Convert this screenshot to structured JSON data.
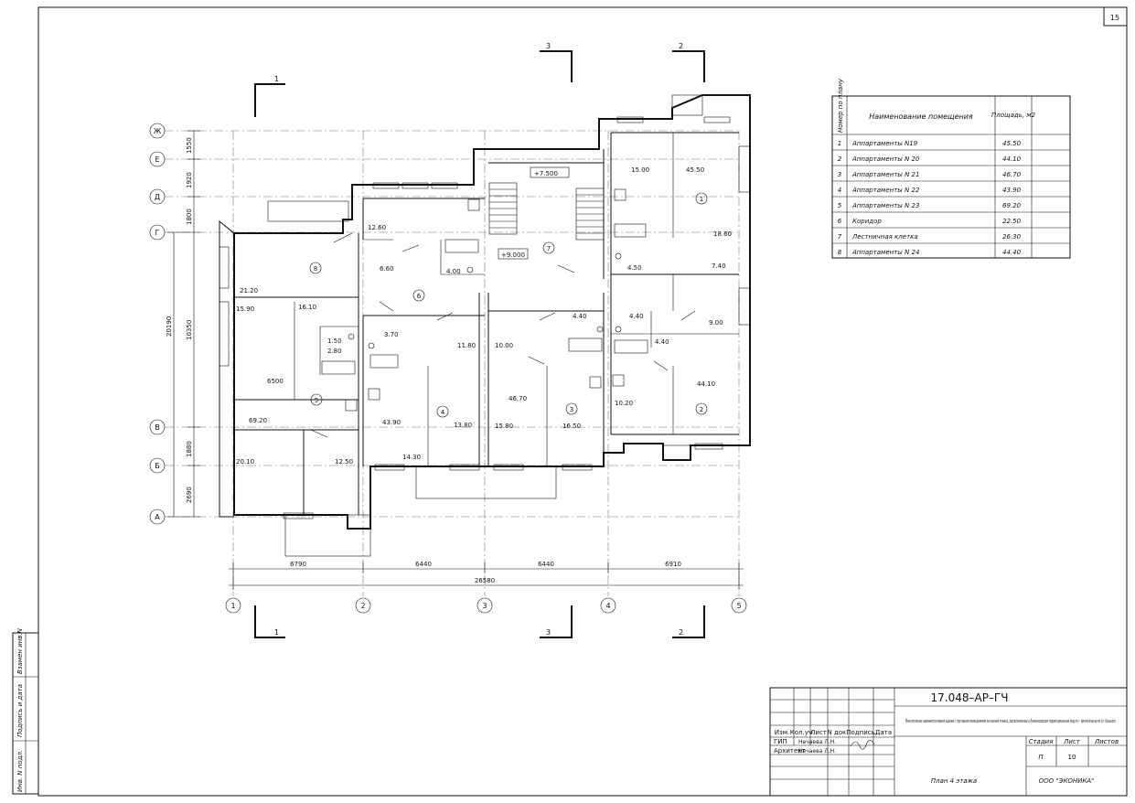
{
  "sheet_number": "15",
  "axes_letters": [
    "Ж",
    "Е",
    "Д",
    "Г",
    "В",
    "Б",
    "А"
  ],
  "axes_numbers": [
    "1",
    "2",
    "3",
    "4",
    "5"
  ],
  "vert_dims": [
    "1550",
    "1920",
    "1800",
    "10350",
    "1880",
    "2690"
  ],
  "vert_total": "20190",
  "horiz_dims": [
    "6790",
    "6440",
    "6440",
    "6910"
  ],
  "horiz_total": "26580",
  "inner_dim_6500": "6500",
  "section_marks": [
    "1",
    "1",
    "2",
    "2",
    "3",
    "3"
  ],
  "levels": [
    "+7.500",
    "+9.000"
  ],
  "room_numbers": [
    "1",
    "2",
    "3",
    "4",
    "5",
    "6",
    "7",
    "8"
  ],
  "area_labels": [
    "15.00",
    "45.50",
    "18.60",
    "7.40",
    "9.00",
    "44.10",
    "4.40",
    "10.20",
    "4.50",
    "4.40",
    "4.40",
    "10.00",
    "46.70",
    "15.80",
    "16.50",
    "11.80",
    "13.80",
    "43.90",
    "14.30",
    "3.70",
    "12.60",
    "6.60",
    "4.00",
    "21.20",
    "16.10",
    "15.90",
    "1.50",
    "2.80",
    "69.20",
    "20.10",
    "12.50"
  ],
  "room_table": {
    "headers": [
      "Номер по плану",
      "Наименование помещения",
      "Площадь, м2"
    ],
    "rows": [
      [
        "1",
        "Аппартаменты N19",
        "45.50"
      ],
      [
        "2",
        "Аппартаменты N 20",
        "44.10"
      ],
      [
        "3",
        "Аппартаменты N 21",
        "46.70"
      ],
      [
        "4",
        "Аппартаменты N 22",
        "43.90"
      ],
      [
        "5",
        "Аппартаменты N 23",
        "69.20"
      ],
      [
        "6",
        "Коридор",
        "22.50"
      ],
      [
        "7",
        "Лестничная клетка",
        "26.30"
      ],
      [
        "8",
        "Аппартаменты N 24",
        "44.40"
      ]
    ]
  },
  "side_stamp": [
    "Инв. N подл.",
    "Подпись и дата",
    "Взамен инв.N"
  ],
  "title_block": {
    "code": "17.048–АР–ГЧ",
    "description": "Многоэтажное административное здание с торговыми помещениями на нижних этажах, расположенное в Ломоносовском территориальном округе г. Архангельска по ул. Урицкого",
    "col_headers": [
      "Изм.",
      "Кол.уч.",
      "Лист",
      "N док.",
      "Подпись",
      "Дата"
    ],
    "row1_role": "ГИП",
    "row1_name": "Нечаева Л.Н.",
    "row2_role": "Архитект",
    "row2_name": "Нечаева Л.Н.",
    "stage_label": "Стадия",
    "sheet_label": "Лист",
    "sheets_label": "Листов",
    "stage": "П",
    "sheet": "10",
    "sheets": "",
    "drawing_name": "План 4 этажа",
    "company": "ООО \"ЭКОНИКА\""
  }
}
